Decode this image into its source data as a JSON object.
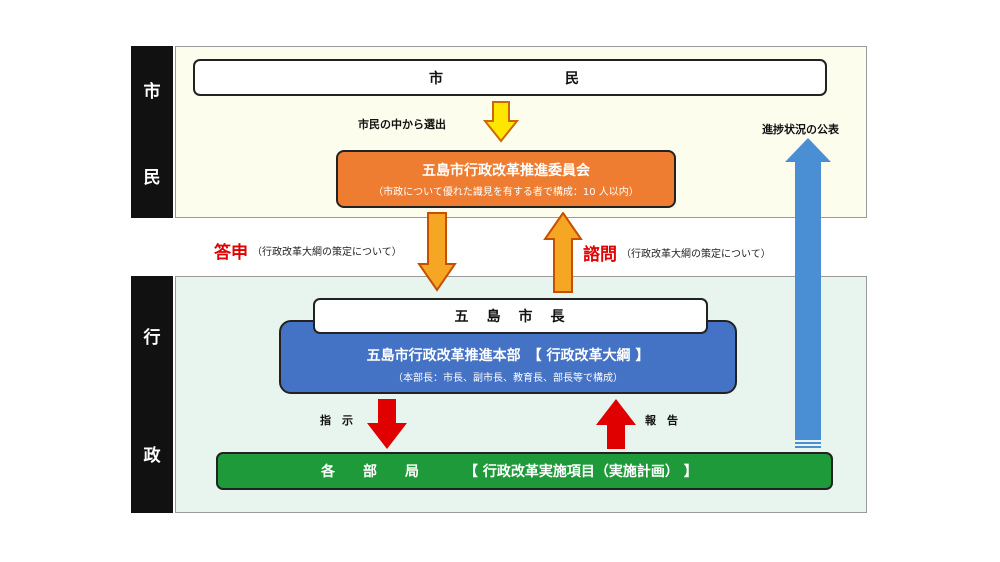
{
  "side_labels": {
    "citizen": [
      "市",
      "民"
    ],
    "admin": [
      "行",
      "政"
    ]
  },
  "citizen_box": {
    "left": "市",
    "right": "民"
  },
  "selection_label": "市民の中から選出",
  "committee": {
    "title": "五島市行政改革推進委員会",
    "subtitle": "（市政について優れた識見を有する者で構成：10 人以内）"
  },
  "progress_label": "進捗状況の公表",
  "report": {
    "word": "答申",
    "note": "（行政改革大綱の策定について）"
  },
  "inquiry": {
    "word": "諮問",
    "note": "（行政改革大綱の策定について）"
  },
  "mayor_box": "五　島　市　長",
  "headquarters": {
    "title": "五島市行政改革推進本部　【 行政改革大綱 】",
    "subtitle": "（本部長：市長、副市長、教育長、部長等で構成）"
  },
  "instruction_label": "指　示",
  "report_label": "報　告",
  "departments": {
    "left": "各　　部　　局",
    "right": "【 行政改革実施項目（実施計画） 】"
  },
  "colors": {
    "citizen_bg": "#fdfdee",
    "admin_bg": "#e8f5ef",
    "orange": "#ee7d31",
    "blue": "#4472c4",
    "green": "#1e9a3a",
    "yellow_arrow": "#ffe600",
    "red_arrow": "#e00000",
    "progress_arrow": "#4a8fd4"
  }
}
